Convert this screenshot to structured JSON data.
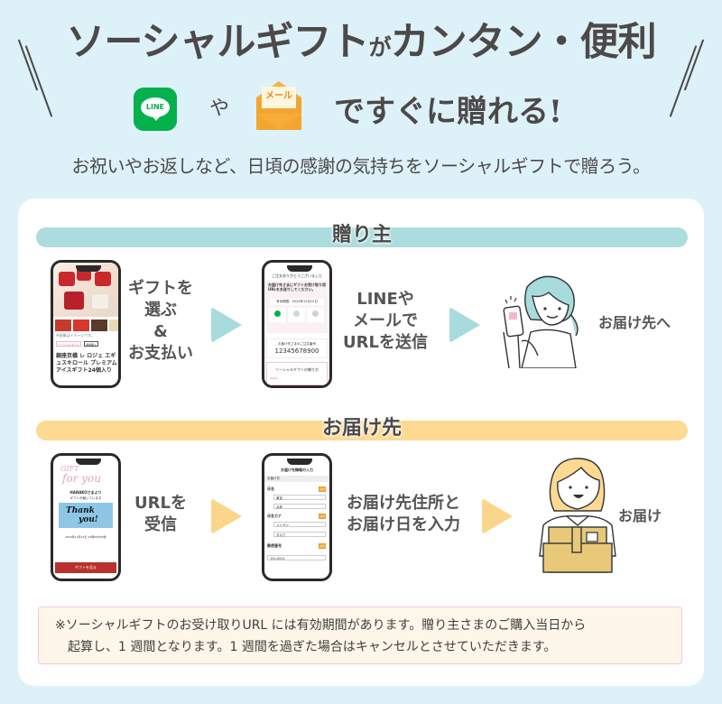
{
  "hero": {
    "title_part1": "ソーシャルギフト",
    "title_small": "が",
    "title_part2": "カンタン・便利",
    "line_icon_label": "LINE",
    "connector": "や",
    "mail_icon_label": "メール",
    "row2_text": "ですぐに贈れる!",
    "subtitle": "お祝いやお返しなど、日頃の感謝の気持ちをソーシャルギフトで贈ろう。"
  },
  "sender_section": {
    "title": "贈り主",
    "band_color": "#acdcdd",
    "steps": [
      {
        "text_lines": [
          "ギフトを",
          "選ぶ",
          "&",
          "お支払い"
        ],
        "phone": {
          "product_name": "銀座京橋 レ ロジェ エギュスキロール プレミアムアイスギフト24個入り",
          "button_left": "ソーシャルギフト",
          "button_right": "通常購入",
          "caption": "※画像はイメージです。"
        }
      },
      {
        "text_lines": [
          "LINEや",
          "メールで",
          "URLを送信"
        ],
        "phone": {
          "header": "ご注文ありがとうございました",
          "message": "お届け先さまにギフトお受け取り用URLをお送りしてください。",
          "deadline": "有効期限：2024年12月12日",
          "share_buttons": [
            "LINEで送る",
            "メールで送る",
            "URLをコピー"
          ],
          "order_label": "お届け先さまのご注文番号",
          "order_number": "12345678900",
          "guide_title": "ソーシャルギフトの贈り方",
          "guide_step": "Step1"
        }
      },
      {
        "text_lines": [
          "お届け先へ"
        ]
      }
    ]
  },
  "recipient_section": {
    "title": "お届け先",
    "band_color": "#fdd992",
    "steps": [
      {
        "text_lines": [
          "URLを",
          "受信"
        ],
        "phone": {
          "gift_title_1": "GIFT",
          "gift_title_2": "for you",
          "from": "HANAKOさまより",
          "from_sub": "ギフトが届いています",
          "card_text_1": "Thank",
          "card_text_2": "you!",
          "deadline": "2024年12月12日 23時59分59秒",
          "button": "ギフトを見る"
        }
      },
      {
        "text_lines": [
          "お届け先住所と",
          "お届け日を入力"
        ],
        "phone": {
          "header": "お届け先情報の入力",
          "section": "お届け先",
          "fields": [
            {
              "label": "氏名",
              "badge": "必須",
              "values": [
                "東宮",
                "太郎"
              ]
            },
            {
              "label": "氏名カナ",
              "badge": "必須",
              "values": [
                "ユイザン",
                "タロウ"
              ]
            },
            {
              "label": "郵便番号",
              "badge": "必須",
              "values": [
                "150-0001"
              ]
            }
          ]
        }
      },
      {
        "text_lines": [
          "お届け"
        ]
      }
    ]
  },
  "note": {
    "line1": "※ソーシャルギフトのお受け取りURL には有効期間があります。贈り主さまのご購入当日から",
    "line2": "起算し、1 週間となります。1 週間を過ぎた場合はキャンセルとさせていただきます。"
  },
  "colors": {
    "background": "#ddf1f9",
    "card": "#ffffff",
    "teal": "#acdcdd",
    "yellow": "#fdd992",
    "line_green": "#05b14d",
    "mail_orange": "#f3a531",
    "note_bg": "#fff6ea",
    "note_border": "#f1c8d0"
  }
}
